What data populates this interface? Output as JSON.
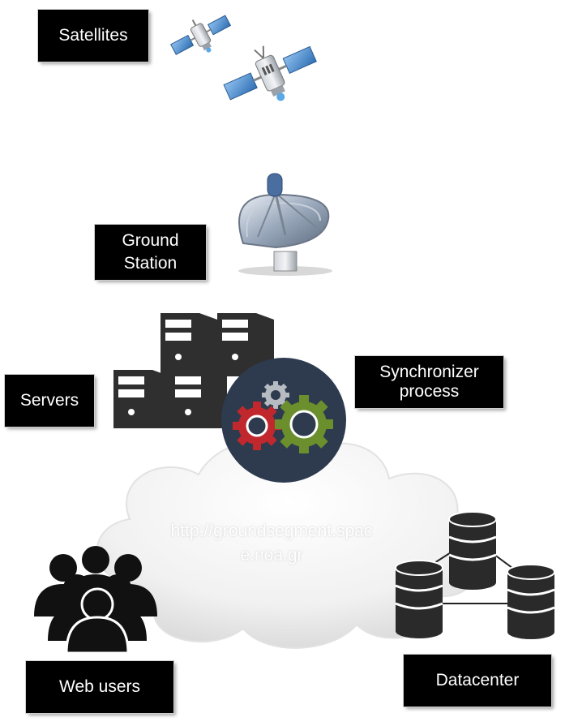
{
  "labels": {
    "satellites": "Satellites",
    "ground_station_line1": "Ground",
    "ground_station_line2": "Station",
    "servers": "Servers",
    "synchronizer_line1": "Synchronizer",
    "synchronizer_line2": "process",
    "web_users": "Web users",
    "datacenter": "Datacenter"
  },
  "cloud": {
    "url_line1": "http://groundsegment.spac",
    "url_line2": "e.noa.gr"
  },
  "icons": [
    "satellite-icon",
    "satellite-dish-icon",
    "server-tower-icon",
    "gears-icon",
    "cloud-icon",
    "users-group-icon",
    "database-icon"
  ],
  "colors": {
    "label_bg": "#000000",
    "label_text": "#ffffff",
    "gear_circle": "#2e3b4e",
    "gear_red": "#c0282d",
    "gear_green": "#6a8f2c",
    "gear_grey": "#b7bcc2",
    "solar_panel": "#4a86c8",
    "icon_dark": "#2f2f2f"
  }
}
